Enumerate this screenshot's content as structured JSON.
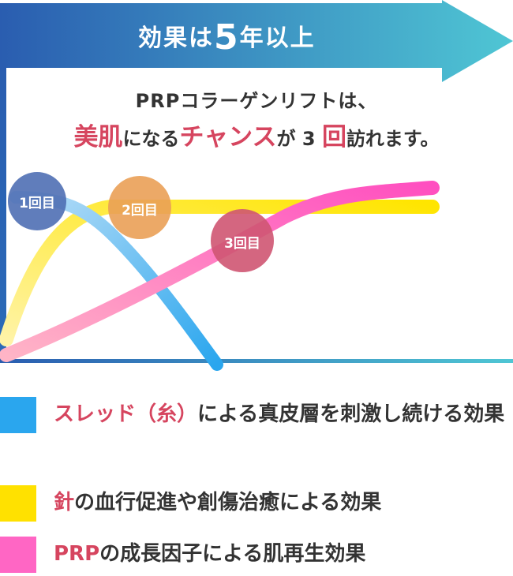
{
  "header": {
    "pre": "効果は",
    "number": "5",
    "post": "年以上"
  },
  "subtitle": {
    "line1": "PRPコラーゲンリフトは、",
    "line2_part1": "美肌",
    "line2_part2": "になる",
    "line2_part3": "チャンス",
    "line2_part4": "が 3 ",
    "line2_part5": "回",
    "line2_part6": "訪れます。"
  },
  "bubbles": {
    "first": "1回目",
    "second": "2回目",
    "third": "3回目"
  },
  "legend": [
    {
      "highlight": "スレッド（糸）",
      "text": "による真皮層を刺激し続ける効果",
      "color": "#2aa6ee"
    },
    {
      "highlight": "針",
      "text": "の血行促進や創傷治癒による効果",
      "color": "#ffe100"
    },
    {
      "highlight": "PRP",
      "text": "の成長因子による肌再生効果",
      "color": "#ff66c4"
    }
  ],
  "colors": {
    "accent_red": "#d6455f",
    "arrow_start": "#2a5db0",
    "arrow_end": "#4bc3d6",
    "bubble_1": "#5677b8",
    "bubble_2": "#eda35b",
    "bubble_3": "#d05a72"
  }
}
